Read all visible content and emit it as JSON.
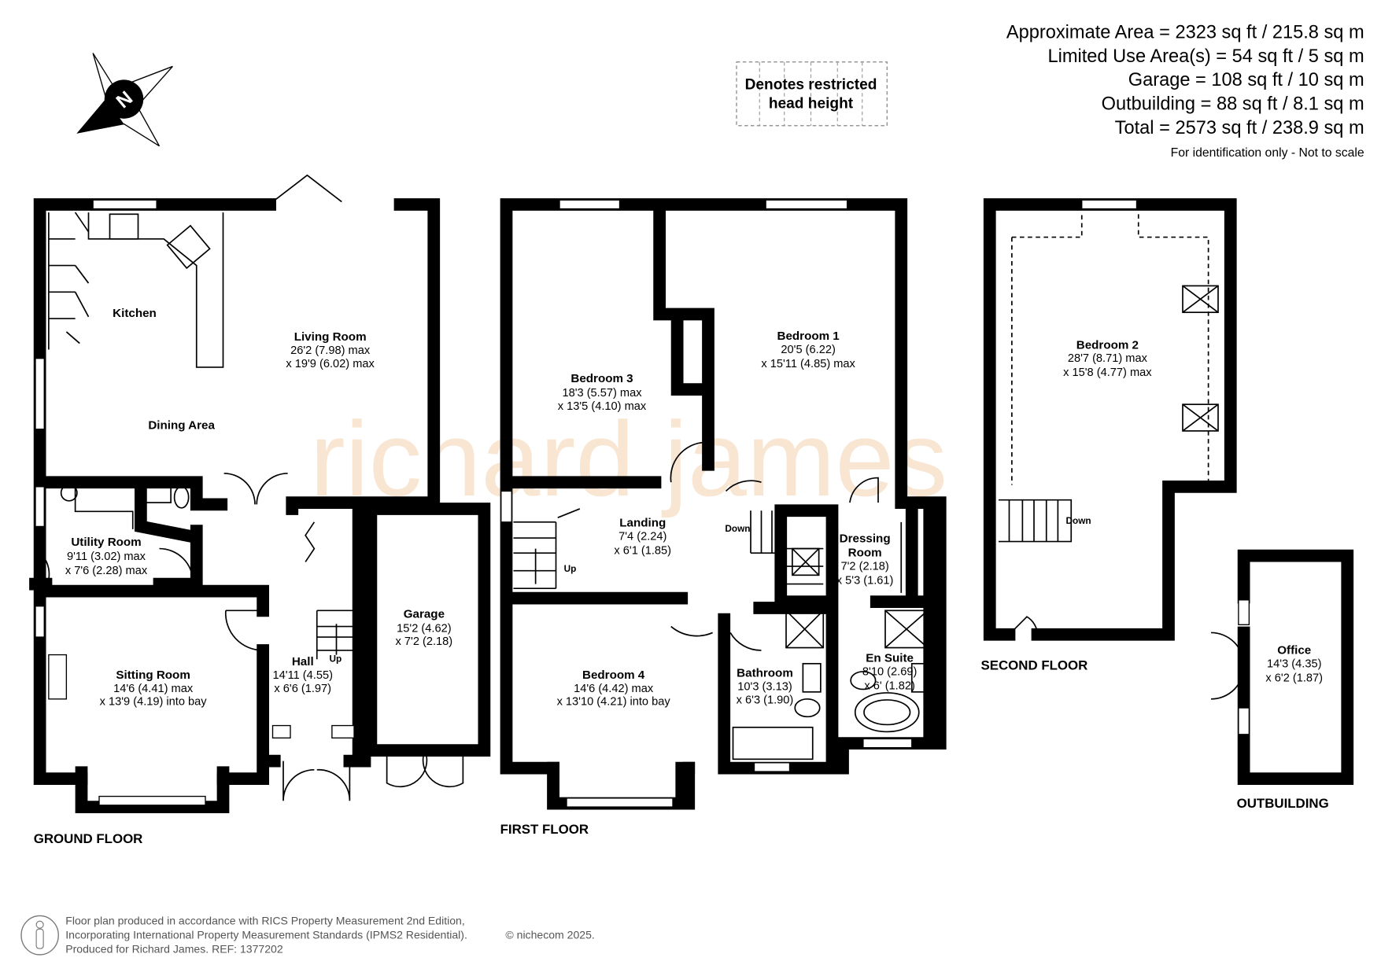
{
  "areas": {
    "approximate": "Approximate Area = 2323 sq ft / 215.8 sq m",
    "limited_use": "Limited Use Area(s) = 54 sq ft / 5 sq m",
    "garage": "Garage = 108 sq ft / 10 sq m",
    "outbuilding": "Outbuilding = 88 sq ft / 8.1 sq m",
    "total": "Total = 2573 sq ft / 238.9 sq m",
    "disclaimer": "For identification only - Not to scale"
  },
  "legend": {
    "line1": "Denotes restricted",
    "line2": "head height"
  },
  "compass": {
    "label": "N"
  },
  "watermark": "richard james",
  "floors": {
    "ground": "GROUND FLOOR",
    "first": "FIRST FLOOR",
    "second": "SECOND FLOOR",
    "outbuilding": "OUTBUILDING"
  },
  "rooms": {
    "kitchen": {
      "name": "Kitchen"
    },
    "living": {
      "name": "Living Room",
      "d1": "26'2 (7.98) max",
      "d2": "x 19'9 (6.02) max"
    },
    "dining": {
      "name": "Dining Area"
    },
    "utility": {
      "name": "Utility Room",
      "d1": "9'11 (3.02) max",
      "d2": "x 7'6 (2.28) max"
    },
    "sitting": {
      "name": "Sitting Room",
      "d1": "14'6 (4.41) max",
      "d2": "x 13'9 (4.19) into bay"
    },
    "hall": {
      "name": "Hall",
      "d1": "14'11 (4.55)",
      "d2": "x 6'6 (1.97)"
    },
    "garage": {
      "name": "Garage",
      "d1": "15'2 (4.62)",
      "d2": "x 7'2 (2.18)"
    },
    "bedroom3": {
      "name": "Bedroom 3",
      "d1": "18'3 (5.57) max",
      "d2": "x 13'5 (4.10) max"
    },
    "bedroom1": {
      "name": "Bedroom 1",
      "d1": "20'5 (6.22)",
      "d2": "x 15'11 (4.85) max"
    },
    "landing": {
      "name": "Landing",
      "d1": "7'4 (2.24)",
      "d2": "x 6'1 (1.85)"
    },
    "dressing": {
      "name1": "Dressing",
      "name2": "Room",
      "d1": "7'2 (2.18)",
      "d2": "x 5'3 (1.61)"
    },
    "bedroom4": {
      "name": "Bedroom 4",
      "d1": "14'6 (4.42) max",
      "d2": "x 13'10 (4.21) into bay"
    },
    "bathroom": {
      "name": "Bathroom",
      "d1": "10'3 (3.13)",
      "d2": "x 6'3 (1.90)"
    },
    "ensuite": {
      "name": "En Suite",
      "d1": "8'10 (2.69)",
      "d2": "x 6' (1.82)"
    },
    "bedroom2": {
      "name": "Bedroom 2",
      "d1": "28'7 (8.71) max",
      "d2": "x 15'8 (4.77) max"
    },
    "office": {
      "name": "Office",
      "d1": "14'3 (4.35)",
      "d2": "x 6'2 (1.87)"
    }
  },
  "stairs": {
    "up": "Up",
    "down": "Down"
  },
  "footer": {
    "line1": "Floor plan produced in accordance with RICS Property Measurement 2nd Edition,",
    "line2": "Incorporating International Property Measurement Standards (IPMS2 Residential).",
    "copyright": "© nichecom 2025.",
    "line3": "Produced for Richard James.   REF:  1377202"
  }
}
